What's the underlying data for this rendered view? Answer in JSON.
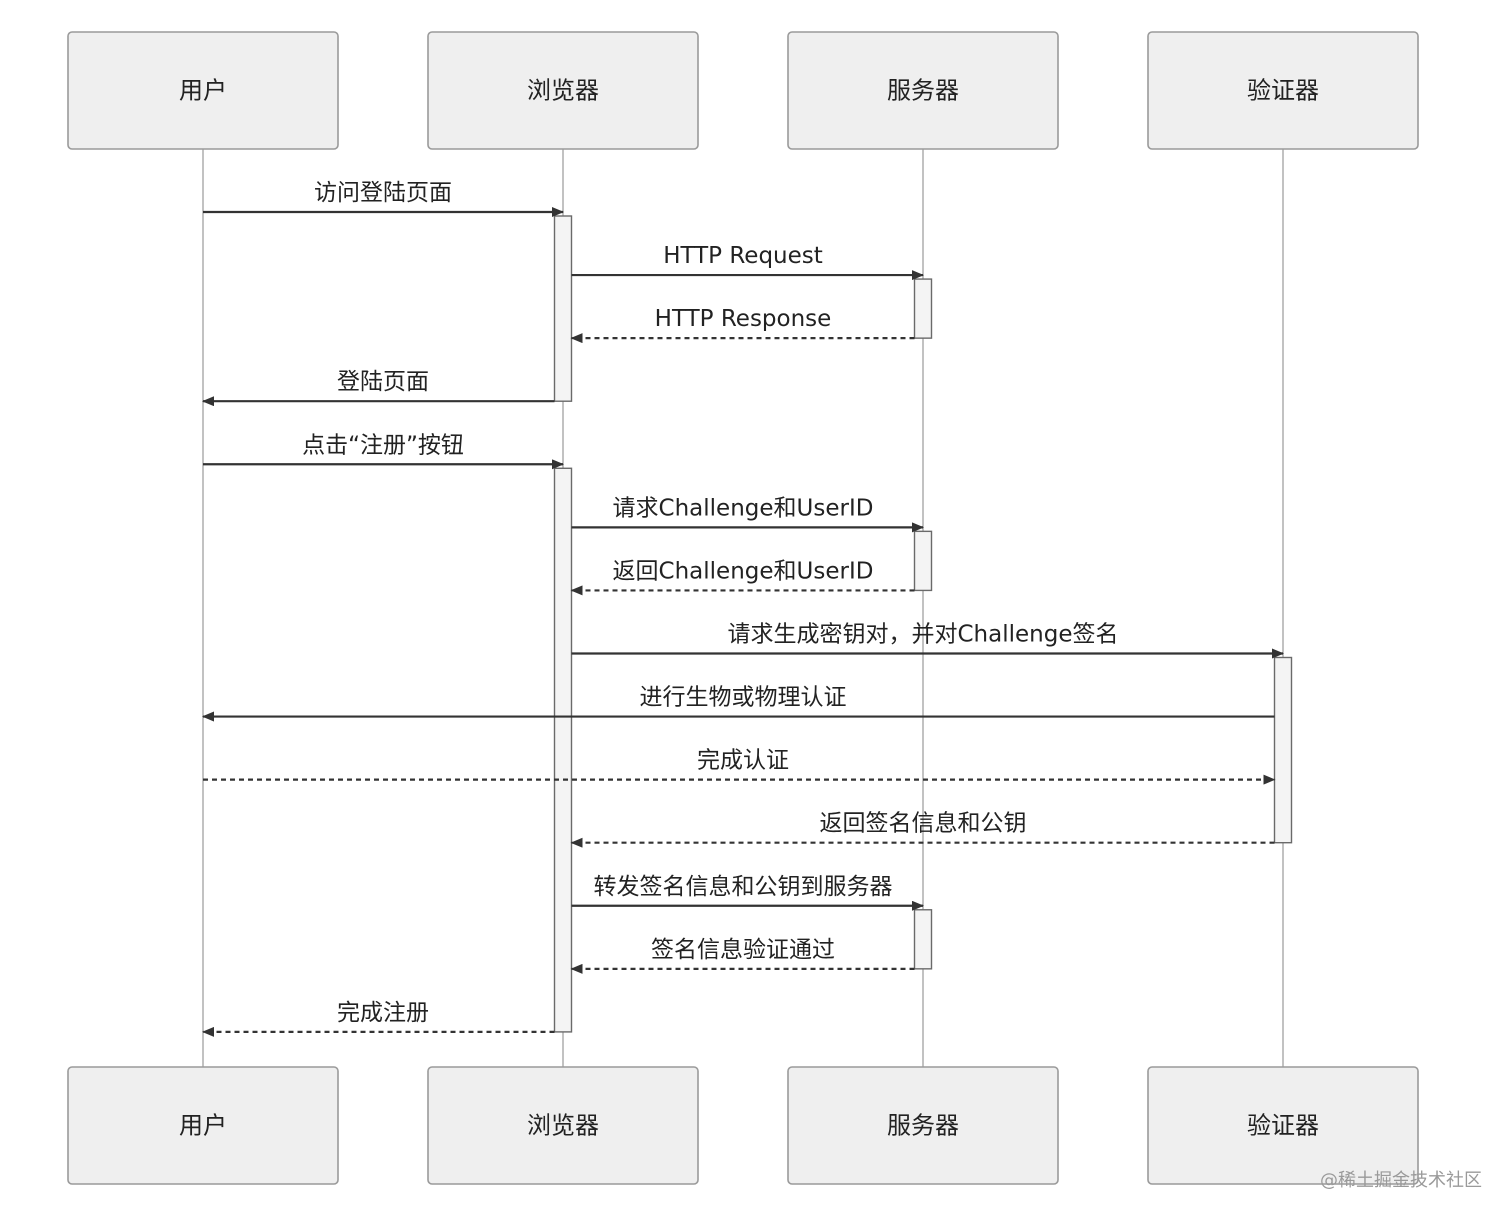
{
  "participants": [
    "用户",
    "浏览器",
    "服务器",
    "验证器"
  ],
  "messages": [
    {
      "from": 0,
      "to": 1,
      "label": "访问登陆页面",
      "style": "solid"
    },
    {
      "from": 1,
      "to": 2,
      "label": "HTTP Request",
      "style": "solid"
    },
    {
      "from": 2,
      "to": 1,
      "label": "HTTP Response",
      "style": "dashed"
    },
    {
      "from": 1,
      "to": 0,
      "label": "登陆页面",
      "style": "solid"
    },
    {
      "from": 0,
      "to": 1,
      "label": "点击“注册”按钮",
      "style": "solid"
    },
    {
      "from": 1,
      "to": 2,
      "label": "请求Challenge和UserID",
      "style": "solid"
    },
    {
      "from": 2,
      "to": 1,
      "label": "返回Challenge和UserID",
      "style": "dashed"
    },
    {
      "from": 1,
      "to": 3,
      "label": "请求生成密钥对，并对Challenge签名",
      "style": "solid"
    },
    {
      "from": 3,
      "to": 0,
      "label": "进行生物或物理认证",
      "style": "solid"
    },
    {
      "from": 0,
      "to": 3,
      "label": "完成认证",
      "style": "dashed"
    },
    {
      "from": 3,
      "to": 1,
      "label": "返回签名信息和公钥",
      "style": "dashed"
    },
    {
      "from": 1,
      "to": 2,
      "label": "转发签名信息和公钥到服务器",
      "style": "solid"
    },
    {
      "from": 2,
      "to": 1,
      "label": "签名信息验证通过",
      "style": "dashed"
    },
    {
      "from": 1,
      "to": 0,
      "label": "完成注册",
      "style": "dashed"
    }
  ],
  "activations": [
    {
      "participant": 1,
      "start": 0,
      "end": 3
    },
    {
      "participant": 2,
      "start": 1,
      "end": 2
    },
    {
      "participant": 1,
      "start": 4,
      "end": 13
    },
    {
      "participant": 2,
      "start": 5,
      "end": 6
    },
    {
      "participant": 3,
      "start": 7,
      "end": 10
    },
    {
      "participant": 2,
      "start": 11,
      "end": 12
    }
  ],
  "watermark": "@稀土掘金技术社区",
  "colors": {
    "box_fill": "#efefef",
    "box_stroke": "#9a9a9a",
    "line": "#333333",
    "lifeline": "#a8a8a8"
  }
}
